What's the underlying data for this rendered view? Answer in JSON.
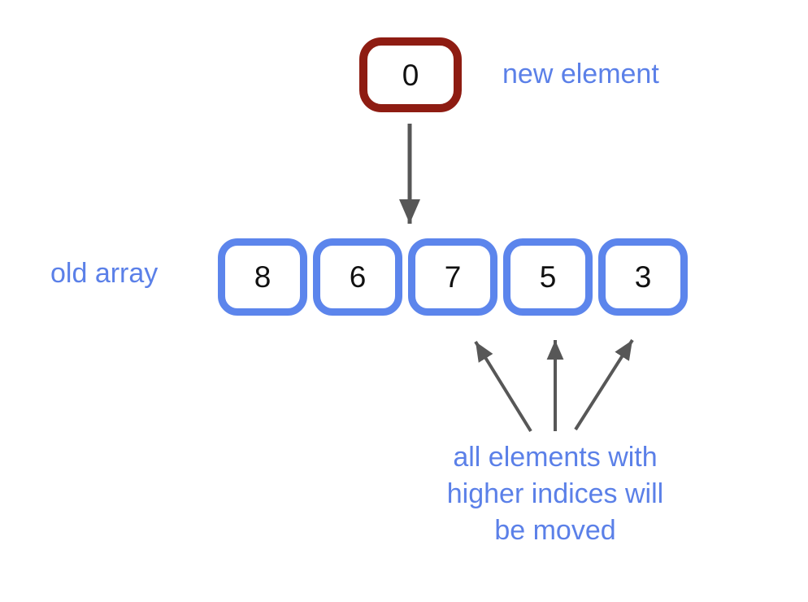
{
  "new_element": {
    "value": "0",
    "label": "new element"
  },
  "old_array": {
    "label": "old array",
    "values": [
      "8",
      "6",
      "7",
      "5",
      "3"
    ]
  },
  "caption": {
    "lines": [
      "all elements with",
      "higher indices will",
      "be moved"
    ]
  },
  "colors": {
    "blue_text": "#5b80e8",
    "blue_border": "#5c85ec",
    "red_border": "#8e1c12",
    "arrow_gray": "#575757",
    "digit_color": "#111111",
    "background": "#ffffff"
  }
}
